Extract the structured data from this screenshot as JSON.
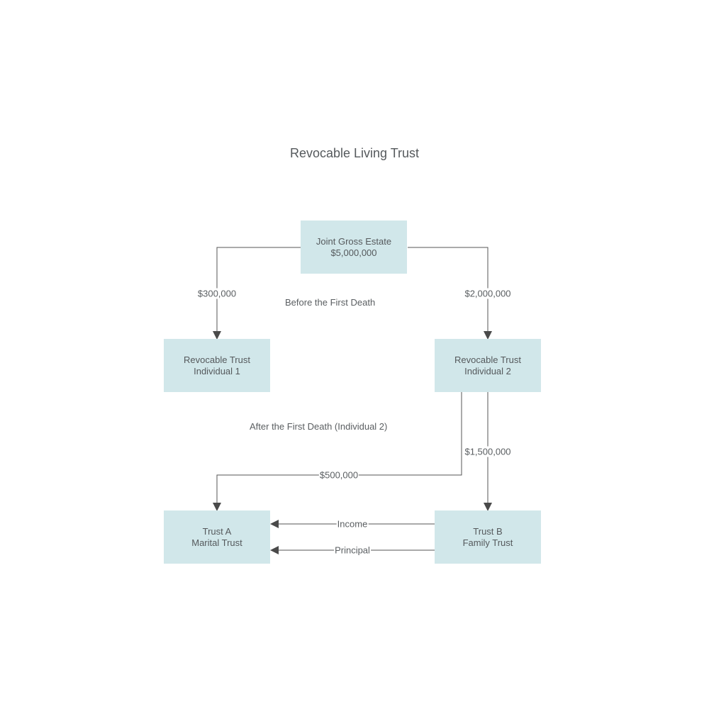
{
  "title": "Revocable Living Trust",
  "colors": {
    "node_fill": "#d1e7ea",
    "line": "#444444",
    "text": "#55595c"
  },
  "nodes": {
    "joint": {
      "line1": "Joint Gross Estate",
      "line2": "$5,000,000"
    },
    "rt1": {
      "line1": "Revocable Trust",
      "line2": "Individual 1"
    },
    "rt2": {
      "line1": "Revocable Trust",
      "line2": "Individual 2"
    },
    "trustA": {
      "line1": "Trust A",
      "line2": "Marital Trust"
    },
    "trustB": {
      "line1": "Trust B",
      "line2": "Family Trust"
    }
  },
  "edge_labels": {
    "joint_to_rt1": "$300,000",
    "joint_to_rt2": "$2,000,000",
    "rt2_to_trustA": "$500,000",
    "rt2_to_trustB": "$1,500,000",
    "income": "Income",
    "principal": "Principal"
  },
  "section_labels": {
    "before": "Before the First Death",
    "after": "After the First Death (Individual 2)"
  }
}
